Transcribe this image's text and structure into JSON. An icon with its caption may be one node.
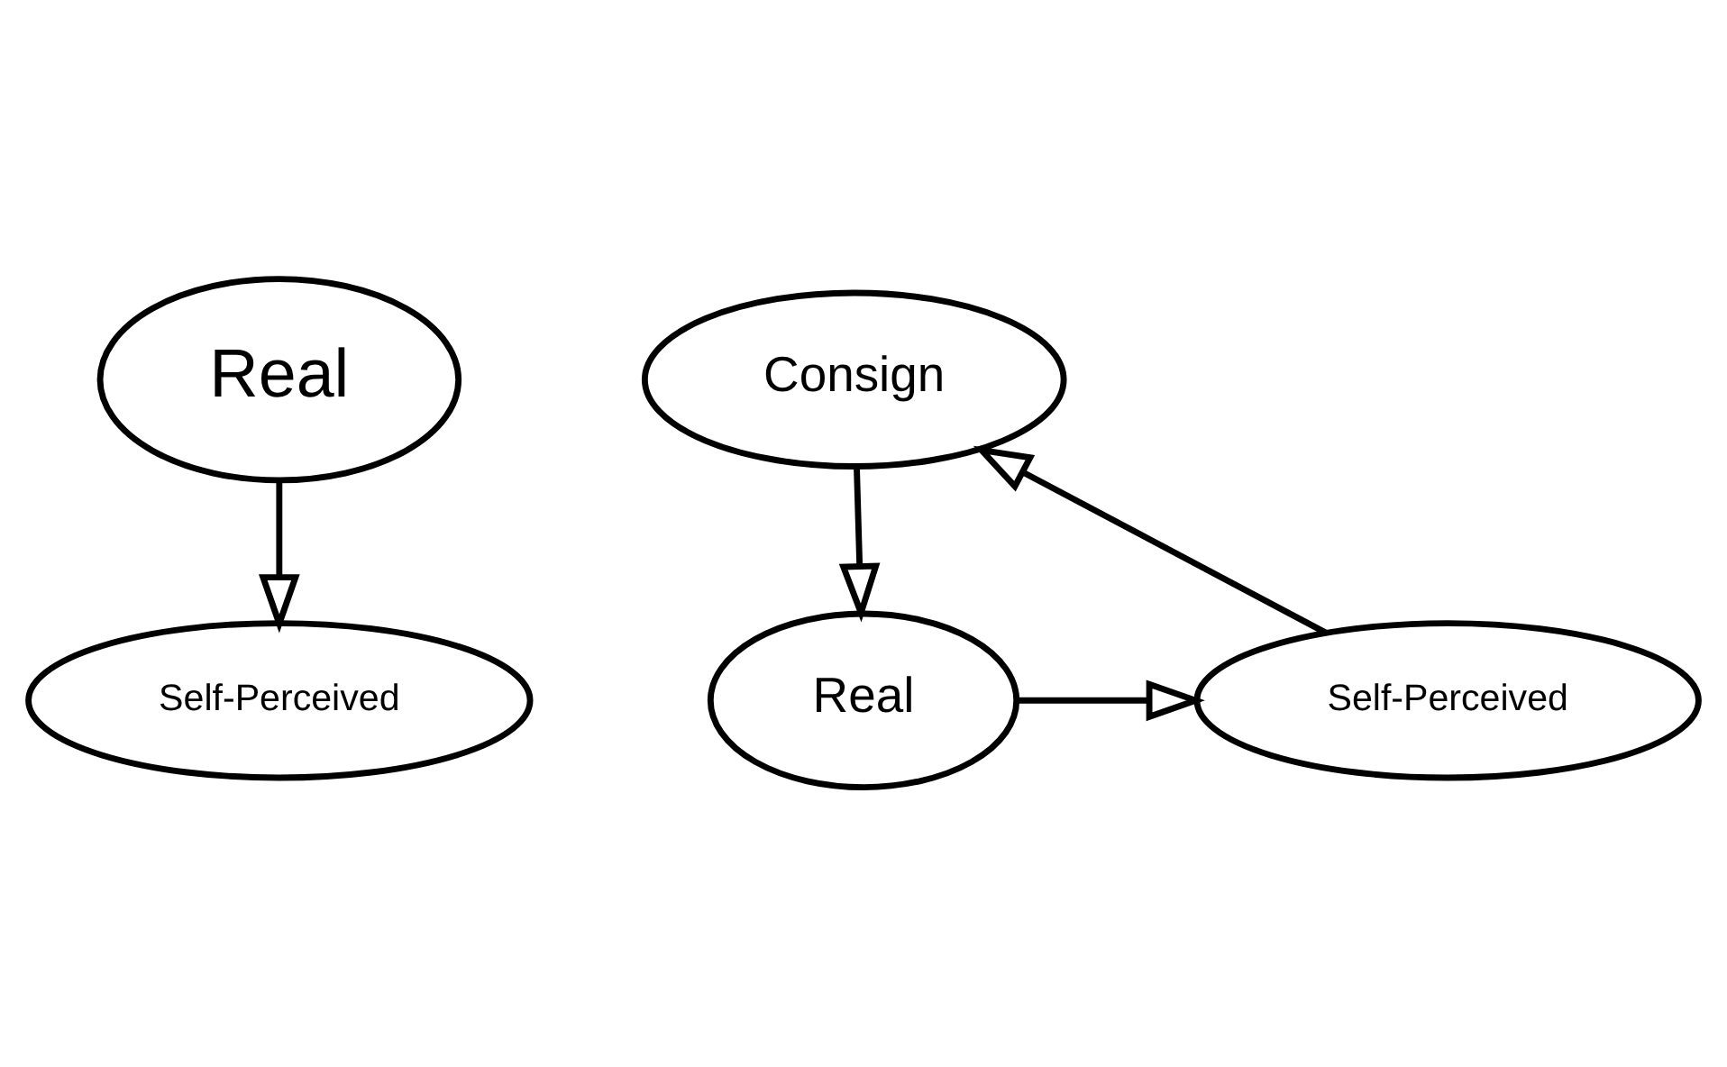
{
  "diagram": {
    "nodes": [
      {
        "text": [
          "Real"
        ]
      },
      {
        "text": [
          "Self-Perceived"
        ]
      },
      {
        "text": [
          "Real"
        ]
      },
      {
        "text": [
          "Consign"
        ]
      },
      {
        "text": [
          "Self-Perceived"
        ]
      }
    ],
    "edges": [
      {
        "from": 0,
        "to": 1,
        "arrow": "to"
      },
      {
        "from": 2,
        "to": 4,
        "arrow": "to"
      },
      {
        "from": 4,
        "to": 3,
        "arrow": "to"
      },
      {
        "from": 3,
        "to": 2,
        "arrow": "to"
      }
    ]
  }
}
